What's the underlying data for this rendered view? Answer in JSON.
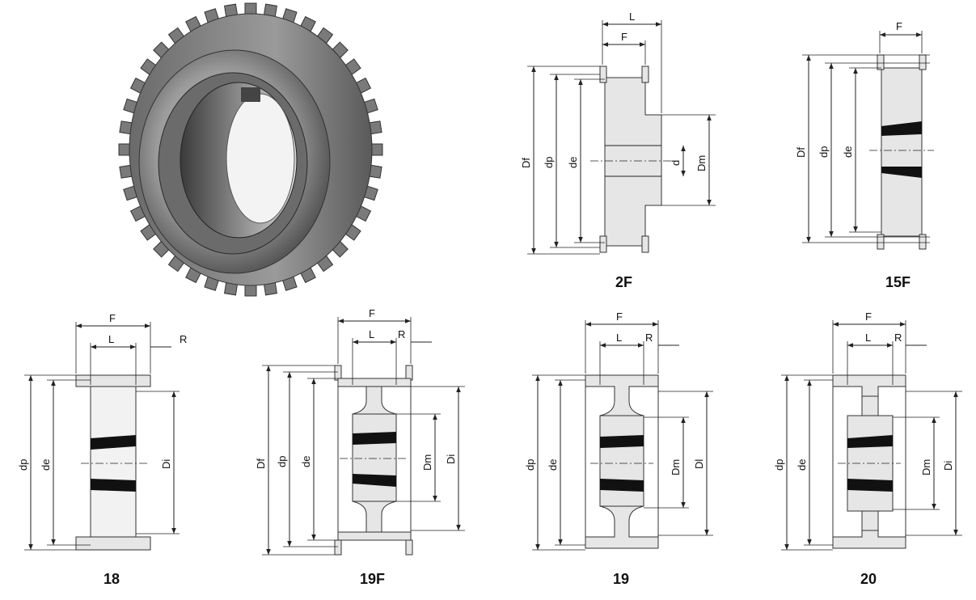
{
  "photo": {
    "icon": "timing-pulley-photo"
  },
  "captions": {
    "d2F": "2F",
    "d15F": "15F",
    "d18": "18",
    "d19F": "19F",
    "d19": "19",
    "d20": "20"
  },
  "labels": {
    "L": "L",
    "F": "F",
    "R": "R",
    "Df": "Df",
    "dp": "dp",
    "de": "de",
    "d": "d",
    "Dm": "Dm",
    "Di": "Di",
    "Dl": "Dl"
  }
}
